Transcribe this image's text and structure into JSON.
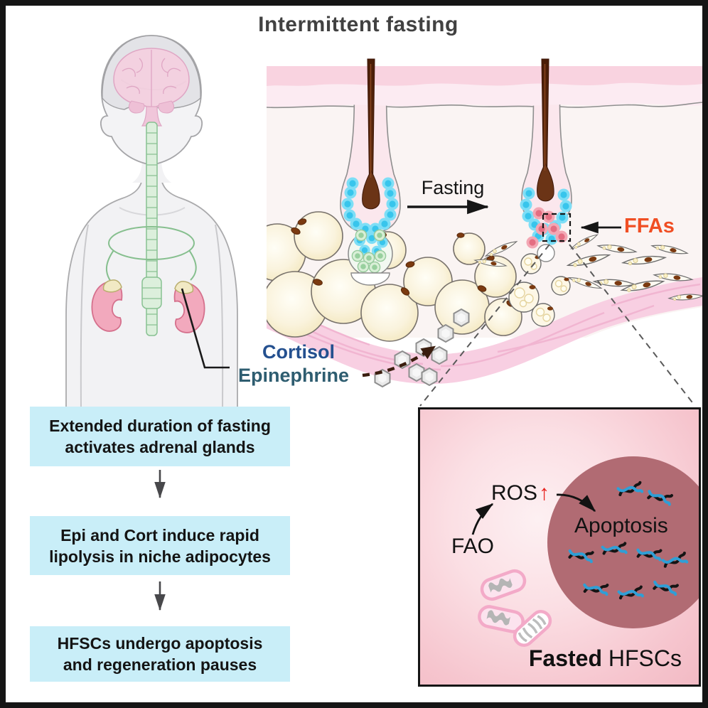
{
  "title": "Intermittent fasting",
  "skin_panel": {
    "fasting_label": "Fasting",
    "ffas_label": "FFAs"
  },
  "hormone_labels": {
    "cortisol": "Cortisol",
    "epinephrine": "Epinephrine"
  },
  "flow_boxes": [
    {
      "line1": "Extended duration of fasting",
      "line2": "activates adrenal glands"
    },
    {
      "line1": "Epi and Cort induce rapid",
      "line2": "lipolysis in niche adipocytes"
    },
    {
      "line1": "HFSCs undergo apoptosis",
      "line2": "and regeneration pauses"
    }
  ],
  "inset": {
    "fao_label": "FAO",
    "ros_label": "ROS",
    "ros_up_arrow": "↑",
    "apoptosis_label": "Apoptosis",
    "caption_bold": "Fasted",
    "caption_rest": " HFSCs"
  },
  "colors": {
    "flow_box_bg": "#c9eef8",
    "ffas_orange": "#f04e23",
    "cortisol_blue": "#24508f",
    "epinephrine_teal": "#2e5d70",
    "ros_arrow_red": "#e8211d",
    "hfsc_cyan": "#7edef6",
    "apoptotic_pink": "#f3a7b4",
    "nucleus_mauve": "#b16b73",
    "dna_blue": "#2f9fd6",
    "epidermis_pink": "#f9d3e0",
    "muscle_pink": "#f8cfe2",
    "adipocyte_cream": "#f7eecb",
    "hair_brown": "#542508"
  }
}
